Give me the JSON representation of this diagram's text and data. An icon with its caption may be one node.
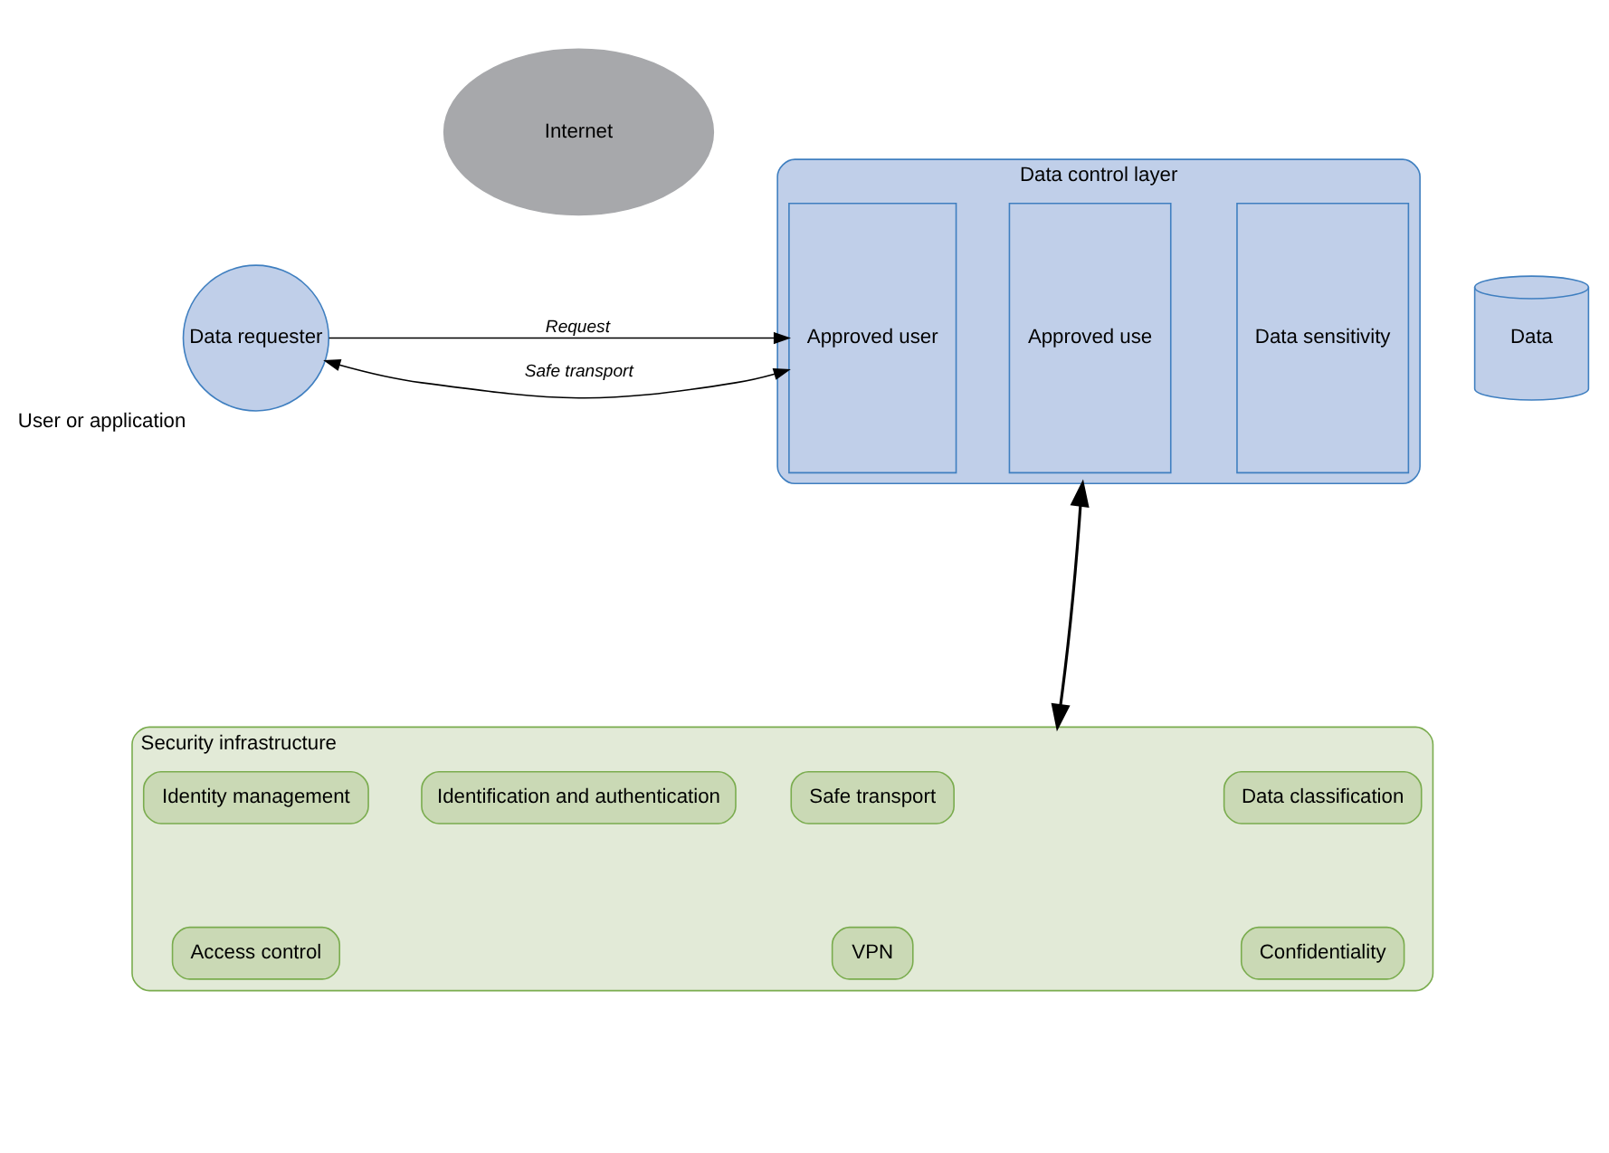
{
  "diagram": {
    "nodes": [
      {
        "text": [
          "Data requester"
        ],
        "beside": [
          "User or application"
        ]
      },
      {
        "text": [
          "Internet"
        ]
      },
      {
        "text": [
          "Data control layer"
        ]
      },
      {
        "text": [
          "Approved user"
        ],
        "in": 2
      },
      {
        "text": [
          "Approved use"
        ],
        "in": 2
      },
      {
        "text": [
          "Data sensitivity"
        ],
        "in": 2
      },
      {
        "text": [
          "Data"
        ]
      },
      {
        "text": [
          "Security infrastructure"
        ]
      },
      {
        "text": [
          "Identity management"
        ],
        "in": 7
      },
      {
        "text": [
          "Safe transport"
        ],
        "in": 7
      },
      {
        "text": [
          "Data classification"
        ],
        "in": 7
      },
      {
        "text": [
          "Access control"
        ],
        "in": 7
      },
      {
        "text": [
          "Identification and authentication"
        ],
        "in": 7
      },
      {
        "text": [
          "VPN"
        ],
        "in": 7
      },
      {
        "text": [
          "Confidentiality"
        ],
        "in": 7
      }
    ],
    "edges": [
      {
        "from": 0,
        "to": 3,
        "arrow": "to",
        "label": "Request"
      },
      {
        "from": 0,
        "to": 3,
        "arrow": "both",
        "label": "Safe transport"
      },
      {
        "from": 2,
        "to": 7,
        "arrow": "both"
      }
    ]
  }
}
